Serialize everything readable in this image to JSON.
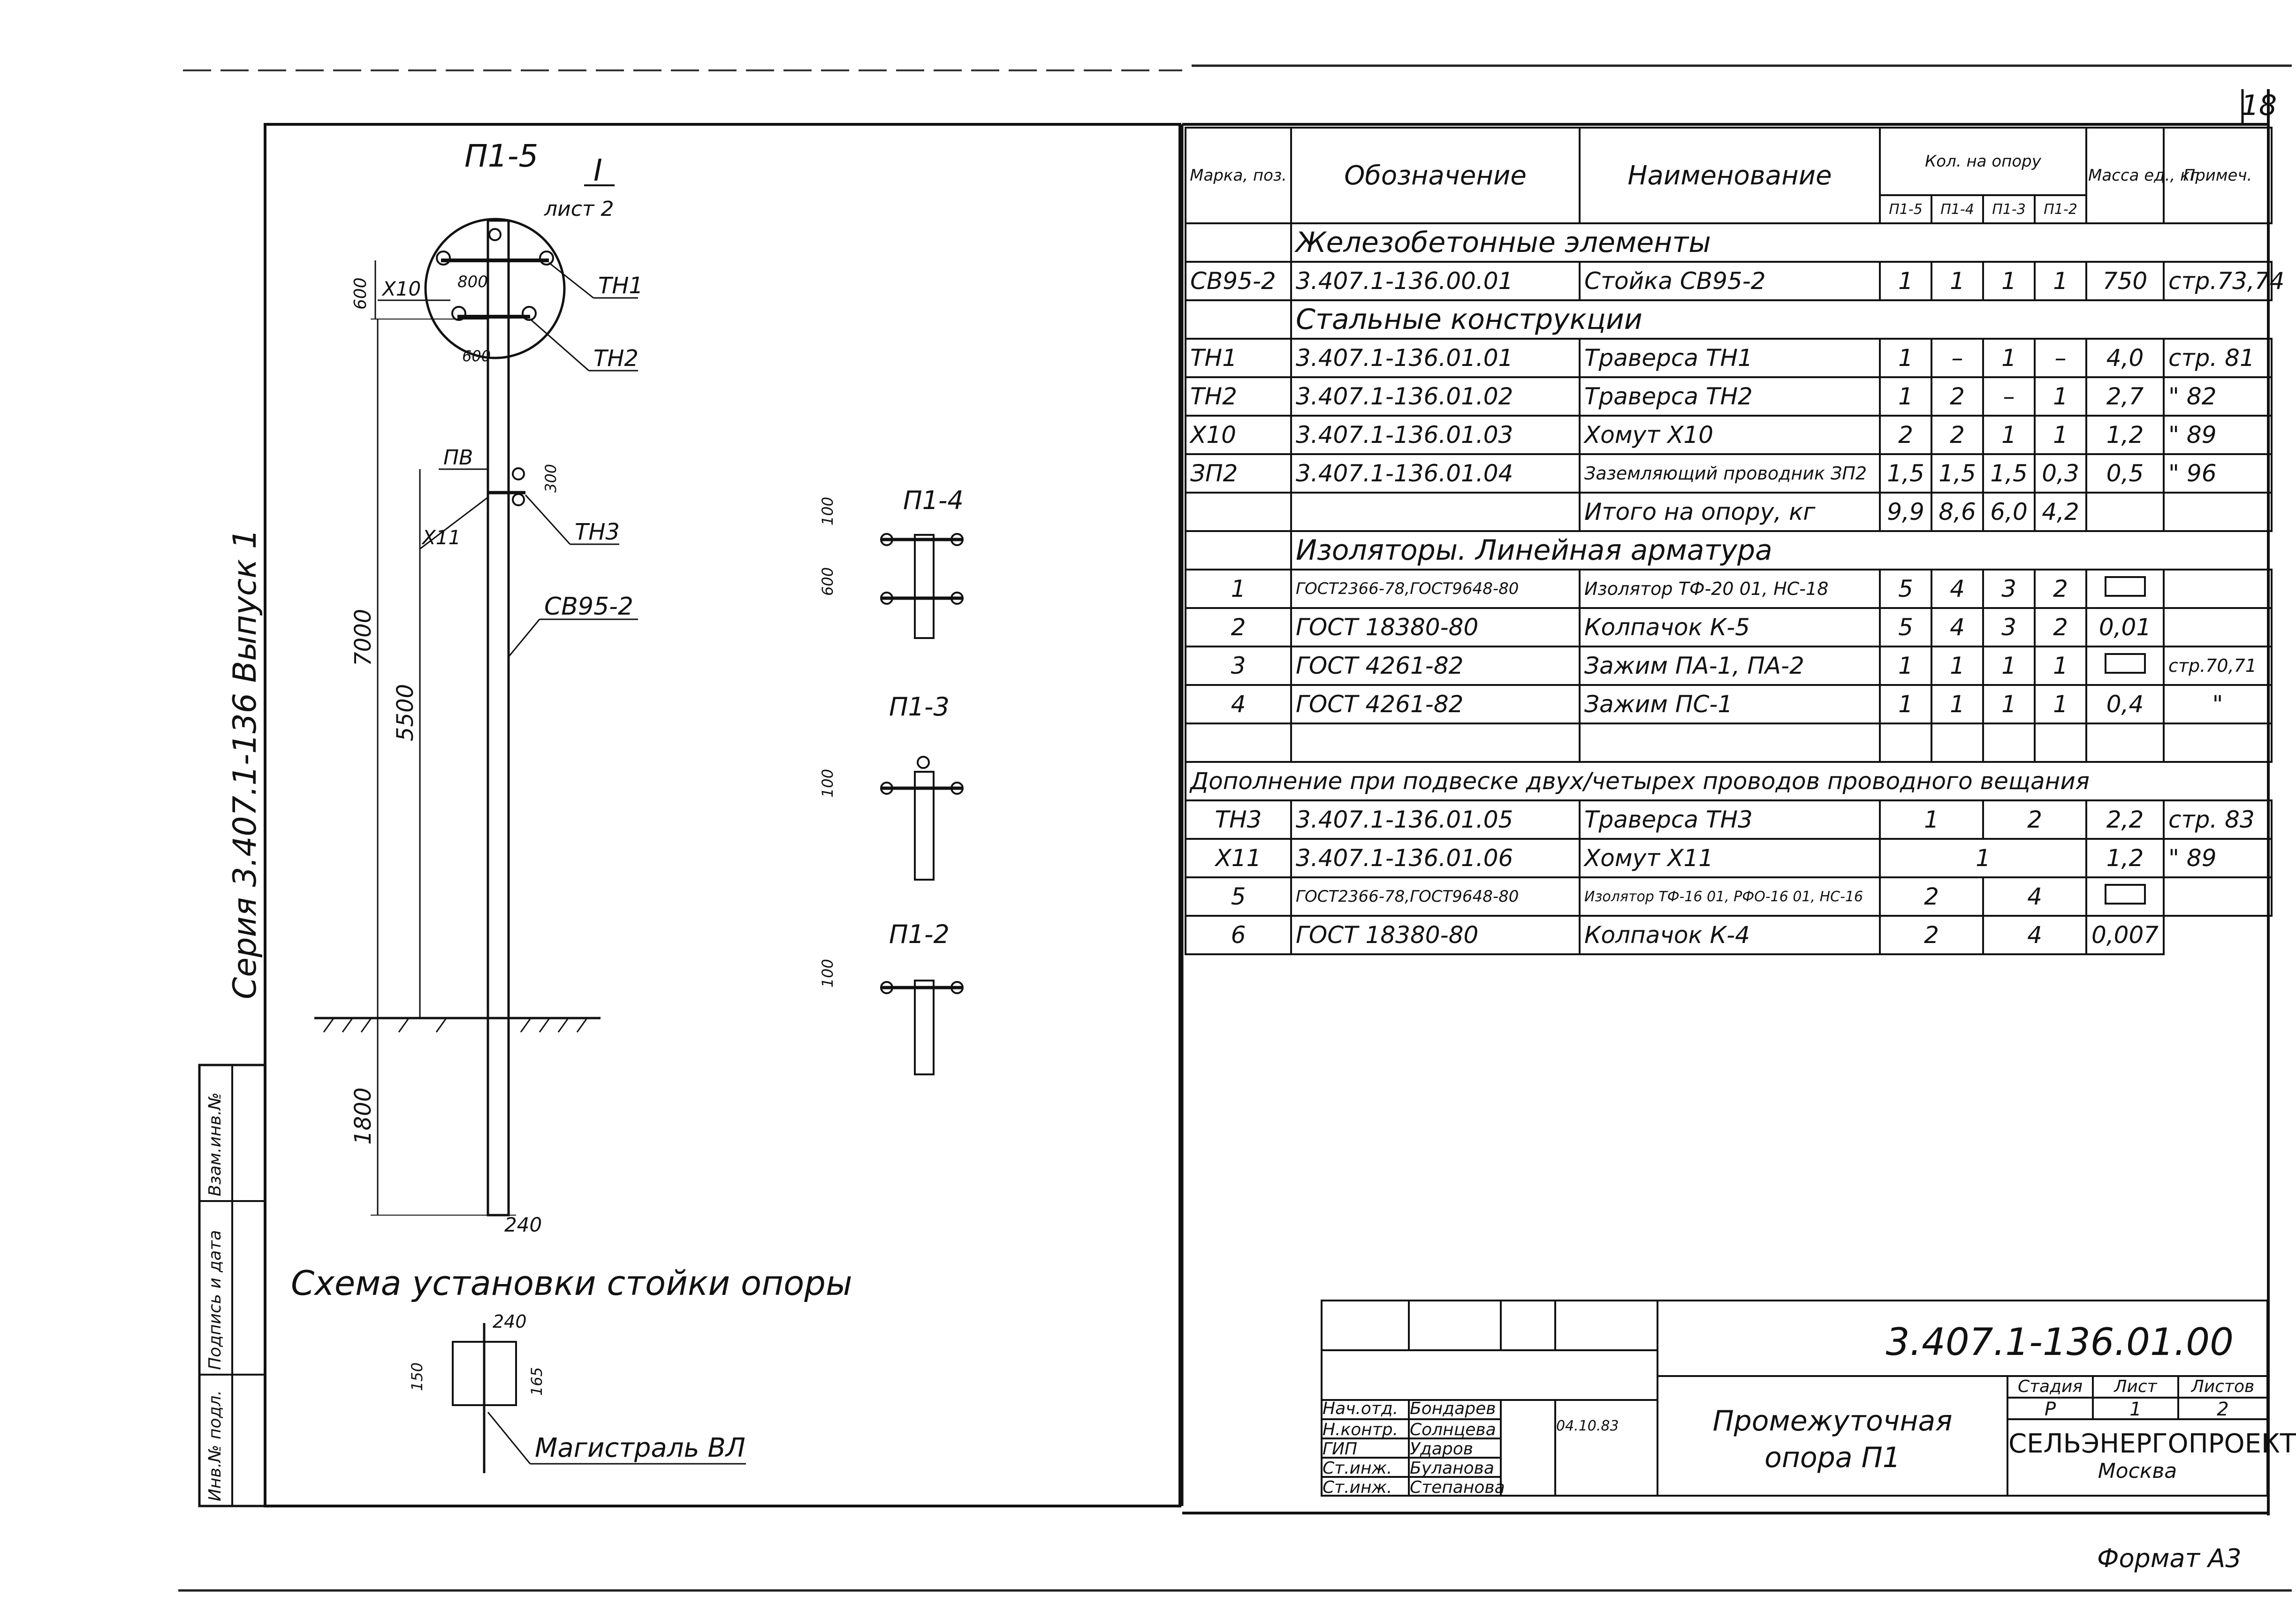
{
  "sheet": {
    "page_number": "18",
    "series_vertical": "Серия 3.407.1-136 Выпуск 1",
    "format": "Формат А3"
  },
  "left_stamp": {
    "cell1": "Инв.№ подл.",
    "cell2": "Подпись и дата",
    "cell3": "Взам.инв.№"
  },
  "drawing": {
    "main_title": "П1-5",
    "callout_num": "I",
    "callout_sheet": "лист 2",
    "labels": {
      "th1": "ТН1",
      "th2": "ТН2",
      "th3": "ТН3",
      "x10": "Х10",
      "x11": "Х11",
      "pv": "ПВ",
      "sv": "СВ95-2"
    },
    "dims": {
      "d600": "600",
      "d800": "800",
      "d600b": "600",
      "d300": "300",
      "d7000": "7000",
      "d5500": "5500",
      "d1800": "1800",
      "d240": "240"
    },
    "variants": [
      {
        "title": "П1-4",
        "dim_a": "100",
        "dim_b": "600"
      },
      {
        "title": "П1-3",
        "dim_a": "100"
      },
      {
        "title": "П1-2",
        "dim_a": "100"
      }
    ],
    "scheme_title": "Схема установки стойки опоры",
    "scheme_dims": {
      "w": "240",
      "l": "150",
      "r": "165"
    },
    "scheme_label": "Магистраль ВЛ"
  },
  "spec": {
    "headers": {
      "mark": "Марка, поз.",
      "designation": "Обозначение",
      "name": "Наименование",
      "qty_group": "Кол. на опору",
      "qty_cols": [
        "П1-5",
        "П1-4",
        "П1-3",
        "П1-2"
      ],
      "mass": "Масса ед., кг",
      "note": "Примеч."
    },
    "sections": {
      "s1": "Железобетонные элементы",
      "s2": "Стальные конструкции",
      "s3": "Изоляторы. Линейная арматура",
      "s4": "Дополнение при подвеске двух/четырех проводов проводного вещания"
    },
    "rows_rc": [
      {
        "mark": "СВ95-2",
        "des": "3.407.1-136.00.01",
        "name": "Стойка СВ95-2",
        "q": [
          "1",
          "1",
          "1",
          "1"
        ],
        "mass": "750",
        "note": "стр.73,74"
      }
    ],
    "rows_steel": [
      {
        "mark": "ТН1",
        "des": "3.407.1-136.01.01",
        "name": "Траверса ТН1",
        "q": [
          "1",
          "–",
          "1",
          "–"
        ],
        "mass": "4,0",
        "note": "стр. 81"
      },
      {
        "mark": "ТН2",
        "des": "3.407.1-136.01.02",
        "name": "Траверса ТН2",
        "q": [
          "1",
          "2",
          "–",
          "1"
        ],
        "mass": "2,7",
        "note": "\"  82"
      },
      {
        "mark": "Х10",
        "des": "3.407.1-136.01.03",
        "name": "Хомут Х10",
        "q": [
          "2",
          "2",
          "1",
          "1"
        ],
        "mass": "1,2",
        "note": "\"  89"
      },
      {
        "mark": "ЗП2",
        "des": "3.407.1-136.01.04",
        "name": "Заземляющий проводник ЗП2",
        "q": [
          "1,5",
          "1,5",
          "1,5",
          "0,3"
        ],
        "mass": "0,5",
        "note": "\"  96"
      },
      {
        "mark": "",
        "des": "",
        "name": "Итого на опору, кг",
        "q": [
          "9,9",
          "8,6",
          "6,0",
          "4,2"
        ],
        "mass": "",
        "note": ""
      }
    ],
    "rows_ins": [
      {
        "mark": "1",
        "des": "ГОСТ2366-78,ГОСТ9648-80",
        "name": "Изолятор ТФ-20 01, НС-18",
        "q": [
          "5",
          "4",
          "3",
          "2"
        ],
        "mass": "",
        "note": ""
      },
      {
        "mark": "2",
        "des": "ГОСТ 18380-80",
        "name": "Колпачок К-5",
        "q": [
          "5",
          "4",
          "3",
          "2"
        ],
        "mass": "0,01",
        "note": ""
      },
      {
        "mark": "3",
        "des": "ГОСТ 4261-82",
        "name": "Зажим ПА-1, ПА-2",
        "q": [
          "1",
          "1",
          "1",
          "1"
        ],
        "mass": "",
        "note": "стр.70,71"
      },
      {
        "mark": "4",
        "des": "ГОСТ 4261-82",
        "name": "Зажим ПС-1",
        "q": [
          "1",
          "1",
          "1",
          "1"
        ],
        "mass": "0,4",
        "note": "\""
      }
    ],
    "rows_add": [
      {
        "mark": "ТН3",
        "des": "3.407.1-136.01.05",
        "name": "Траверса ТН3",
        "q2": "1",
        "q4": "2",
        "mass": "2,2",
        "note": "стр. 83"
      },
      {
        "mark": "Х11",
        "des": "3.407.1-136.01.06",
        "name": "Хомут Х11",
        "q2": "1",
        "q4": "",
        "mass": "1,2",
        "note": "\"  89"
      },
      {
        "mark": "5",
        "des": "ГОСТ2366-78,ГОСТ9648-80",
        "name": "Изолятор ТФ-16 01, РФО-16 01, НС-16",
        "q2": "2",
        "q4": "4",
        "mass": "",
        "note": ""
      },
      {
        "mark": "6",
        "des": "ГОСТ 18380-80",
        "name": "Колпачок К-4",
        "q2": "2",
        "q4": "4",
        "mass": "0,007",
        "note": ""
      }
    ]
  },
  "title_block": {
    "doc_code": "3.407.1-136.01.00",
    "title": "Промежуточная опора П1",
    "stage_label": "Стадия",
    "sheet_label": "Лист",
    "sheets_label": "Листов",
    "stage": "Р",
    "sheet": "1",
    "sheets": "2",
    "org": "СЕЛЬЭНЕРГОПРОЕКТ",
    "city": "Москва",
    "date": "04.10.83",
    "people": [
      {
        "role": "Нач.отд.",
        "name": "Бондарев"
      },
      {
        "role": "Н.контр.",
        "name": "Солнцева"
      },
      {
        "role": "ГИП",
        "name": "Ударов"
      },
      {
        "role": "Ст.инж.",
        "name": "Буланова"
      },
      {
        "role": "Ст.инж.",
        "name": "Степанова"
      }
    ]
  }
}
